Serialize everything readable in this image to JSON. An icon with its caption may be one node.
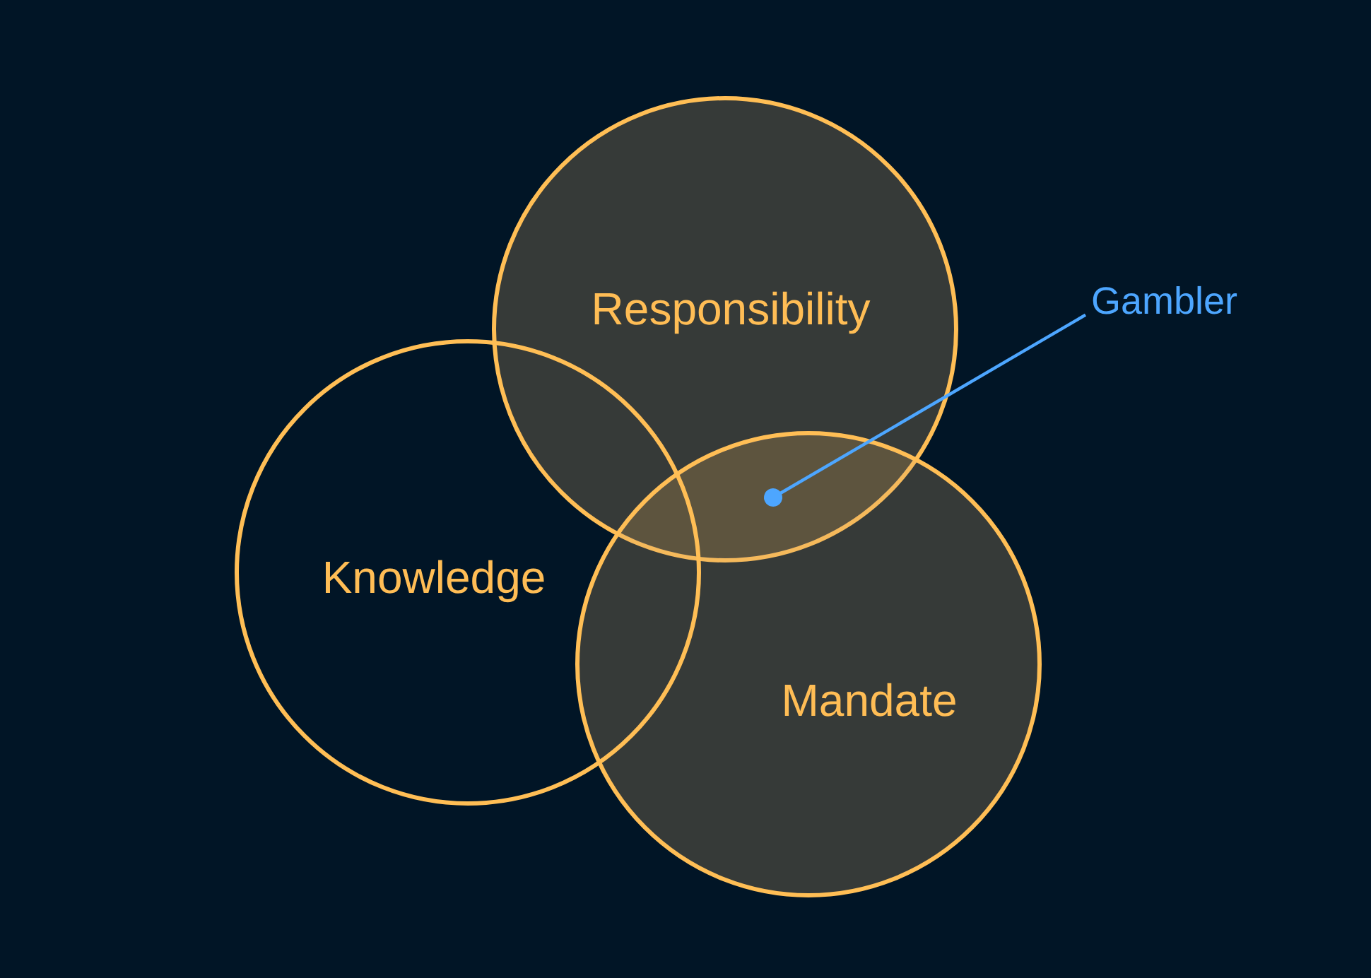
{
  "diagram": {
    "nodes": [
      {
        "text": [
          "Responsibility"
        ]
      },
      {
        "text": [
          "Gambler"
        ]
      },
      {
        "text": [
          "Knowledge"
        ]
      },
      {
        "text": [
          "Mandate"
        ]
      },
      {
        "text": [],
        "shape": "lens"
      }
    ],
    "edges": [
      {
        "from": 1,
        "to": 4,
        "arrow": "other"
      }
    ]
  }
}
